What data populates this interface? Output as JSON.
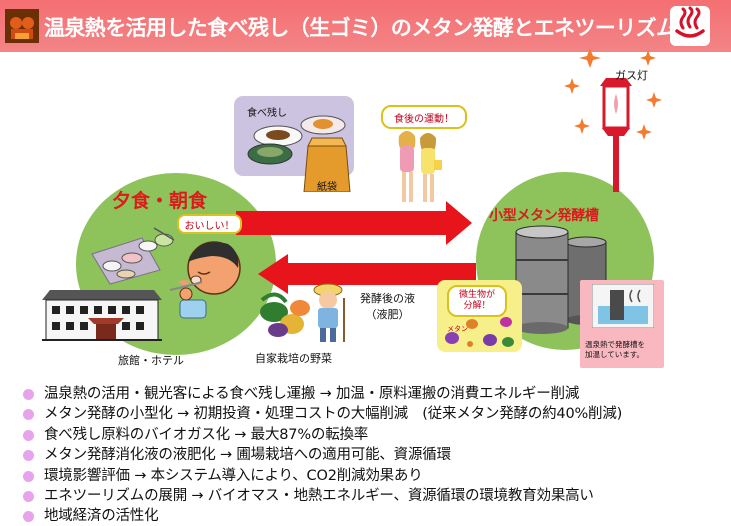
{
  "title": "温泉熱を活用した食べ残し（生ゴミ）のメタン発酵とエネツーリズム",
  "diagram": {
    "yuushoku_label": "夕食・朝食",
    "oishii_label": "おいしい！",
    "tabenokoshi_label": "食べ残し",
    "kamibukuro_label": "紙袋",
    "shokugo_label": "食後の運動！",
    "gas_lamp_label": "ガス灯",
    "tank_label": "小型メタン発酵槽",
    "biseibutsu_label": "微生物が\n分解！",
    "metan_label": "メタン",
    "onsen_heat_label": "温泉熱で発酵槽を\n加温しています。",
    "ekihi_label": "発酵後の液\n（液肥）",
    "ryokan_label": "旅館・ホテル",
    "yasai_label": "自家栽培の野菜"
  },
  "bullets": [
    "温泉熱の活用・観光客による食べ残し運搬 → 加温・原料運搬の消費エネルギー削減",
    "メタン発酵の小型化 → 初期投資・処理コストの大幅削減　(従来メタン発酵の約40%削減)",
    "食べ残し原料のバイオガス化 → 最大87%の転換率",
    "メタン発酵消化液の液肥化 → 圃場栽培への適用可能、資源循環",
    "環境影響評価 → 本システム導入により、CO2削減効果あり",
    "エネツーリズムの展開 → バイオマス・地熱エネルギー、資源循環の環境教育効果高い",
    "地域経済の活性化"
  ],
  "colors": {
    "title_band": "#f46f72",
    "circle_green": "#8ec35b",
    "arrow_red": "#e8141b",
    "bullet_dot": "#e7a4ec",
    "label_red": "#d91c1c"
  }
}
